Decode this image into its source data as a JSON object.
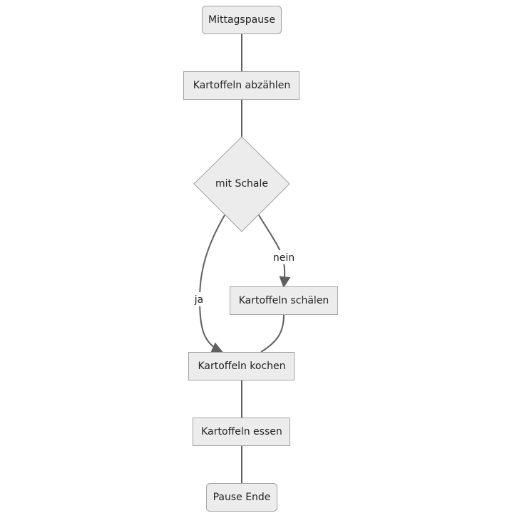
{
  "diagram": {
    "nodes": {
      "start": "Mittagspause",
      "count": "Kartoffeln abzählen",
      "decision": "mit Schale",
      "peel": "Kartoffeln schälen",
      "cook": "Kartoffeln kochen",
      "eat": "Kartoffeln essen",
      "end": "Pause Ende"
    },
    "edges": {
      "yes_label": "ja",
      "no_label": "nein"
    },
    "colors": {
      "node_fill": "#ececec",
      "node_stroke": "#a3a3a3",
      "edge": "#606060",
      "text": "#222222"
    }
  }
}
